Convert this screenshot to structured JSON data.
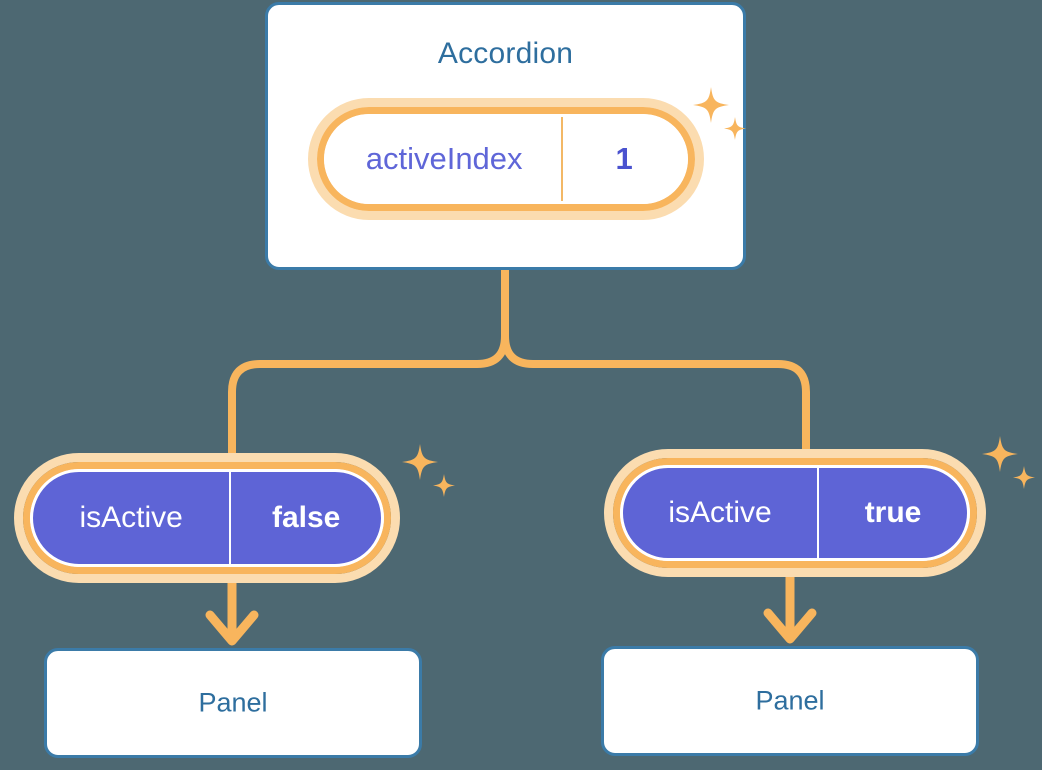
{
  "theme": {
    "background": "#4d6872",
    "card_border": "#3b7ba8",
    "card_fill": "#ffffff",
    "title_text": "#2e6e9e",
    "accent_orange": "#f8b55d",
    "accent_orange_pale": "#fbdcb0",
    "purple_fill": "#5e64d6",
    "purple_text": "#5f66d8",
    "white_text": "#ffffff"
  },
  "diagram": {
    "root": {
      "title": "Accordion",
      "state_pill": {
        "key": "activeIndex",
        "value": "1",
        "style": "white",
        "sparkle_icon": "sparkles-icon"
      }
    },
    "branches": [
      {
        "prop_pill": {
          "key": "isActive",
          "value": "false",
          "style": "purple",
          "sparkle_icon": "sparkles-icon"
        },
        "child": {
          "title": "Panel"
        },
        "arrow_icon": "arrow-down-icon"
      },
      {
        "prop_pill": {
          "key": "isActive",
          "value": "true",
          "style": "purple",
          "sparkle_icon": "sparkles-icon"
        },
        "child": {
          "title": "Panel"
        },
        "arrow_icon": "arrow-down-icon"
      }
    ],
    "connector_icon": "tree-connector"
  }
}
